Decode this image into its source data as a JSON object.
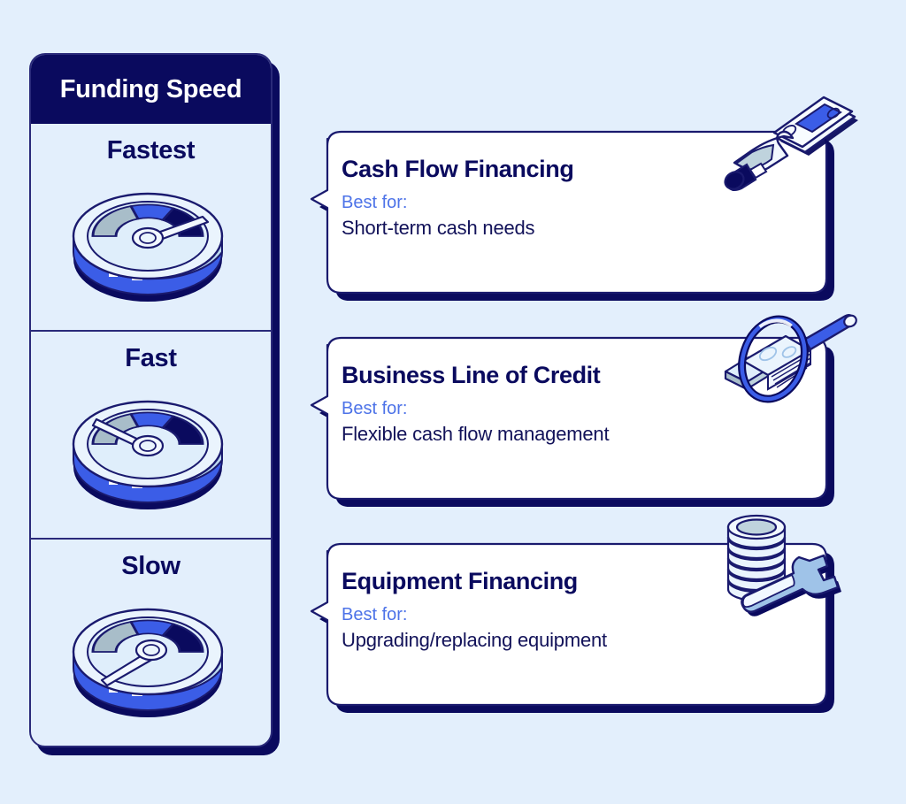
{
  "background_color": "#e3effc",
  "colors": {
    "navy": "#0a0a5e",
    "royal_blue": "#3b5de7",
    "light_blue_text": "#4d73e8",
    "card_white": "#ffffff",
    "panel_fill": "#e3effc",
    "gray_blue": "#a8bdc9",
    "border_navy": "#2a2a7a"
  },
  "speed_panel": {
    "header": "Funding Speed",
    "rows": [
      {
        "label": "Fastest",
        "gauge_icon": "gauge-needle-upper-right-icon",
        "needle_angle": -28
      },
      {
        "label": "Fast",
        "gauge_icon": "gauge-needle-upper-left-icon",
        "needle_angle": -150
      },
      {
        "label": "Slow",
        "gauge_icon": "gauge-needle-lower-left-icon",
        "needle_angle": 152
      }
    ]
  },
  "cards": [
    {
      "title": "Cash Flow Financing",
      "best_for_label": "Best for:",
      "description": "Short-term cash needs",
      "icon": "hand-holding-cash-icon"
    },
    {
      "title": "Business Line of Credit",
      "best_for_label": "Best for:",
      "description": "Flexible cash flow management",
      "icon": "magnifying-glass-over-money-icon"
    },
    {
      "title": "Equipment Financing",
      "best_for_label": "Best for:",
      "description": "Upgrading/replacing equipment",
      "icon": "coin-stack-wrench-icon"
    }
  ]
}
